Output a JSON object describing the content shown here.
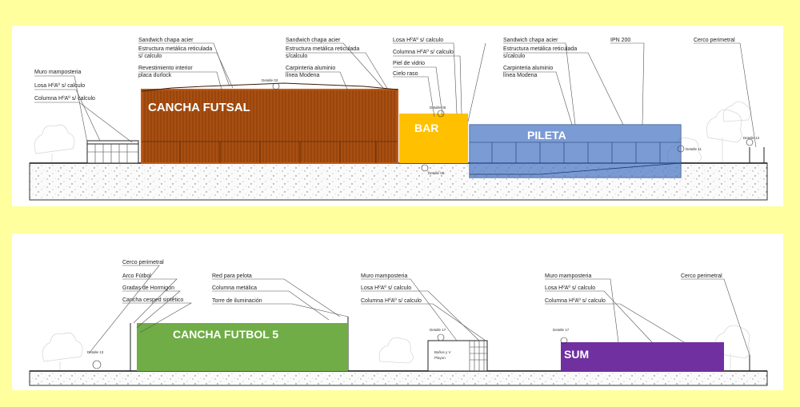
{
  "top_panel": {
    "zones": {
      "futsal": "CANCHA FUTSAL",
      "bar": "BAR",
      "pileta": "PILETA"
    },
    "labels": {
      "muro": "Muro mamposteria",
      "losa_left": "Losa HºAº s/ calculo",
      "columna_left": "Columna HºAº s/ calculo",
      "sandwich1": "Sandwich chapa acier",
      "estructura1a": "Estructura metálica reticulada",
      "estructura1b": "s/ calculo",
      "revest_a": "Revestimiento interior",
      "revest_b": "placa durlock",
      "sandwich2": "Sandwich chapa acier",
      "estructura2a": "Estructura metálica reticulada",
      "estructura2b": "s/calculo",
      "carp2a": "Carpinteria aluminio",
      "carp2b": "línea Modena",
      "losa_bar": "Losa HºAº s/ calculo",
      "columna_bar": "Columna HºAº s/ calculo",
      "piel": "Piel de vidrio",
      "cielo": "Cielo raso",
      "sandwich3": "Sandwich chapa acier",
      "estructura3a": "Estructura metálica reticulada",
      "estructura3b": "s/calculo",
      "carp3a": "Carpinteria aluminio",
      "carp3b": "línea Modena",
      "ipn": "IPN 200",
      "cerco": "Cerco perimetral"
    },
    "details": {
      "d03": "Detalle 03",
      "d06": "Detalle 06",
      "d08": "Detalle 08",
      "d11": "Detalle 11",
      "d12": "Detalle 12"
    }
  },
  "bottom_panel": {
    "zones": {
      "futbol5": "CANCHA FUTBOL 5",
      "sum": "SUM"
    },
    "labels": {
      "cerco_left": "Cerco perimetral",
      "arco": "Arco Fútbol",
      "gradas": "Gradas de Hormigon",
      "cesped": "Cancha cesped sintético",
      "red": "Red para pelota",
      "col_metalica": "Columna metálica",
      "torre": "Torre de iluminación",
      "muro_mid": "Muro mamposteria",
      "losa_mid": "Losa HºAº s/ calculo",
      "columna_mid": "Columna HºAº s/ calculo",
      "banos_a": "Baños y V",
      "banos_b": "Playon",
      "muro_right": "Muro mamposteria",
      "losa_right": "Losa HºAº s/ calculo",
      "columna_right": "Columna HºAº s/ calculo",
      "cerco_right": "Cerco perimetral"
    },
    "details": {
      "d13": "Detalle 13",
      "d17a": "Detalle 17",
      "d17b": "Detalle 17"
    }
  },
  "colors": {
    "background": "#ffff9e",
    "futsal": "#c55a11",
    "bar": "#ffc000",
    "pileta": "#4472c4",
    "futbol5": "#70ad47",
    "sum": "#7030a0"
  }
}
